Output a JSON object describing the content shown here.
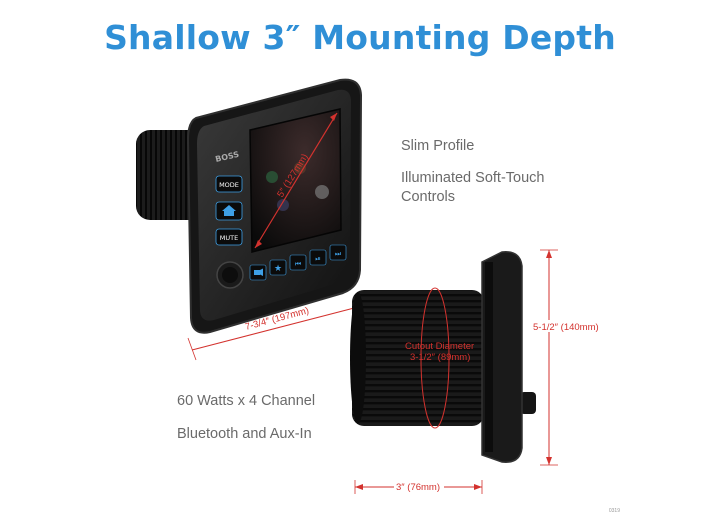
{
  "title": "Shallow 3″ Mounting Depth",
  "features_right": [
    "Slim Profile",
    "Illuminated Soft-Touch Controls"
  ],
  "features_left": [
    "60 Watts x 4 Channel",
    "Bluetooth and Aux-In"
  ],
  "dimensions": {
    "screen_diag": "5″ (127mm)",
    "width": "7-3/4″ (197mm)",
    "height": "5-1/2″ (140mm)",
    "depth": "3″ (76mm)",
    "cutout_label": "Cutout Diameter",
    "cutout_value": "3-1/2″ (89mm)"
  },
  "buttons": [
    "MODE",
    "MUTE"
  ],
  "footnote": "0319",
  "colors": {
    "title": "#2f8fd6",
    "dimension": "#d3322e",
    "text": "#6a6a6a"
  }
}
